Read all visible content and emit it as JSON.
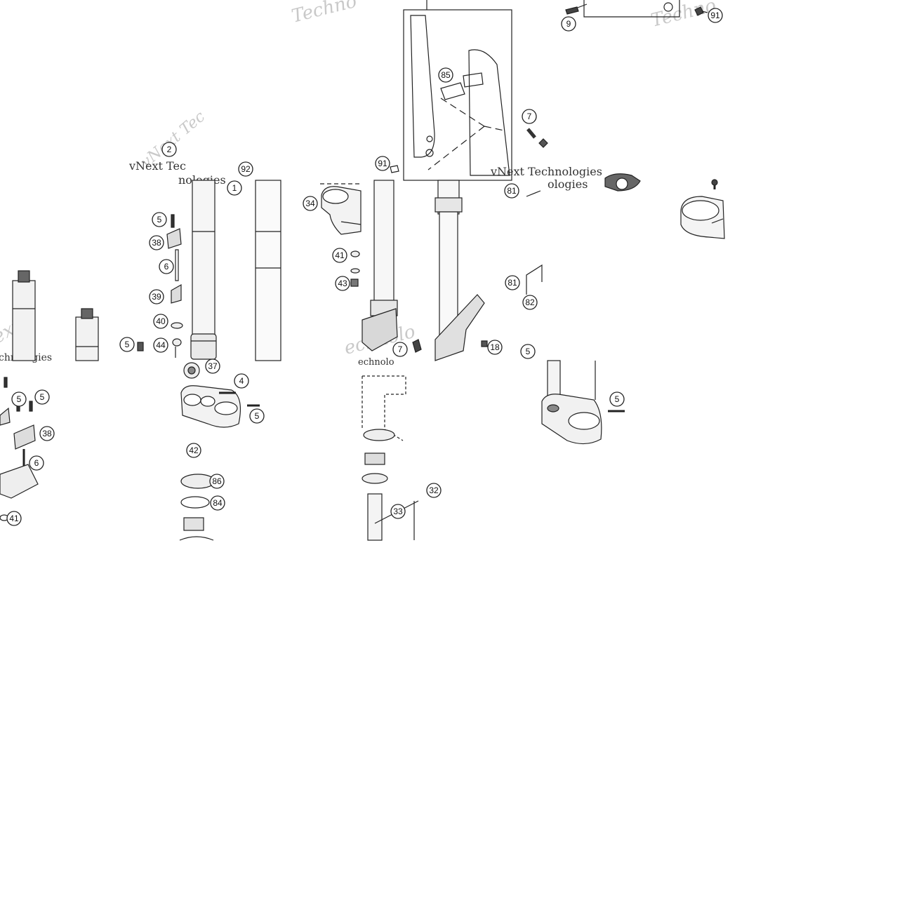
{
  "watermarks": [
    "Techno",
    "Techno",
    "vNext Tec",
    "nologies",
    "vNext Technologies",
    "ologies",
    "ext",
    "chnologies",
    "Technologies",
    "echnolo"
  ],
  "callouts": [
    "85",
    "91",
    "7",
    "9",
    "2",
    "92",
    "1",
    "5",
    "38",
    "6",
    "39",
    "40",
    "44",
    "5",
    "34",
    "41",
    "43",
    "81",
    "81",
    "82",
    "5",
    "18",
    "7",
    "37",
    "4",
    "5",
    "42",
    "86",
    "84",
    "5",
    "5",
    "38",
    "6",
    "41",
    "5",
    "32",
    "33",
    "91"
  ],
  "colors": {
    "ink": "#222222",
    "paper": "#ffffff",
    "watermark": "#c9c9c9"
  }
}
